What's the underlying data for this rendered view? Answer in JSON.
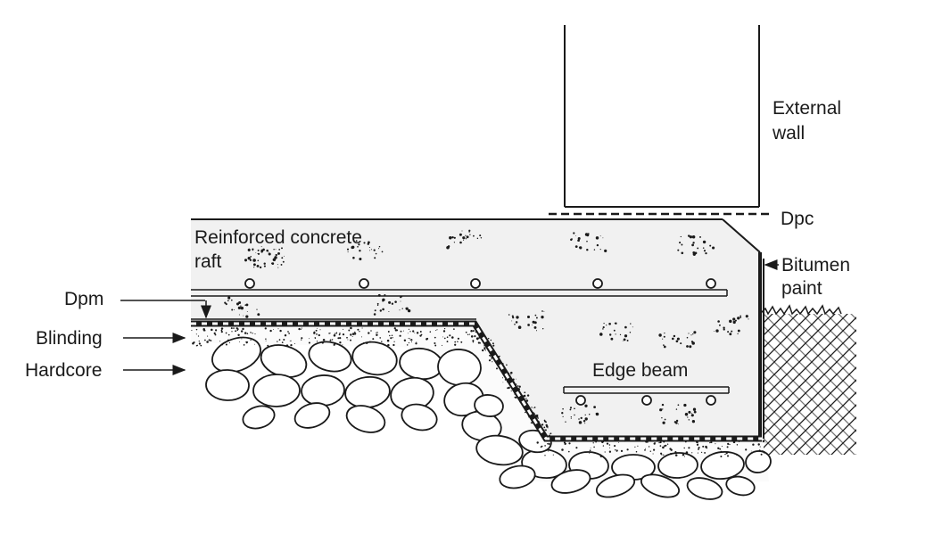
{
  "labels": {
    "external_wall_1": "External",
    "external_wall_2": "wall",
    "dpc": "Dpc",
    "raft_1": "Reinforced concrete",
    "raft_2": "raft",
    "bitumen_1": "Bitumen",
    "bitumen_2": "paint",
    "dpm": "Dpm",
    "blinding": "Blinding",
    "hardcore": "Hardcore",
    "edge_beam": "Edge beam"
  },
  "colors": {
    "ink": "#1a1a1a",
    "concrete": "#f1f1f1",
    "blinding": "#fbfbfb",
    "stone": "#ffffff"
  }
}
